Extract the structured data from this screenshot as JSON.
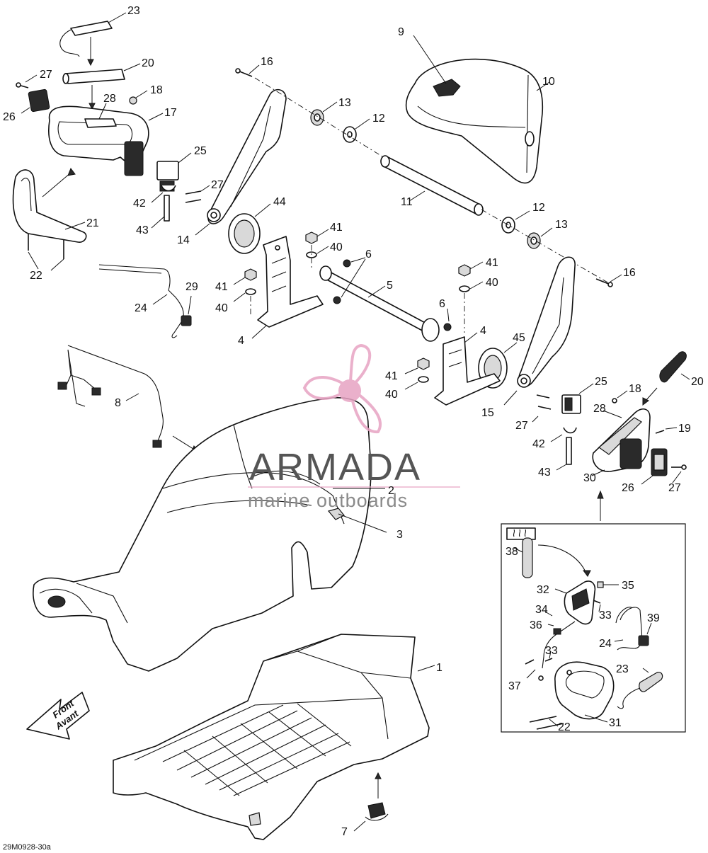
{
  "figure_code": "29M0928-30a",
  "front_arrow": {
    "line1": "Front",
    "line2": "Avant"
  },
  "watermark": {
    "brand": "ARMADA",
    "tagline": "marine outboards",
    "accent": "#e7a3c3",
    "text_color": "#555555"
  },
  "callouts": {
    "c23a": "23",
    "c20a": "20",
    "c27a": "27",
    "c28a": "28",
    "c18a": "18",
    "c26a": "26",
    "c17": "17",
    "c21": "21",
    "c22a": "22",
    "c25a": "25",
    "c27b": "27",
    "c42a": "42",
    "c43a": "43",
    "c14": "14",
    "c16a": "16",
    "c13a": "13",
    "c12a": "12",
    "c44": "44",
    "c41a": "41",
    "c40a": "40",
    "c6a": "6",
    "c41b": "41",
    "c40b": "40",
    "c4a": "4",
    "c24a": "24",
    "c29": "29",
    "c9": "9",
    "c10": "10",
    "c11": "11",
    "c12b": "12",
    "c13b": "13",
    "c16b": "16",
    "c41c": "41",
    "c40c": "40",
    "c5": "5",
    "c6b": "6",
    "c4b": "4",
    "c45": "45",
    "c41d": "41",
    "c40d": "40",
    "c15": "15",
    "c8": "8",
    "c25b": "25",
    "c18b": "18",
    "c20b": "20",
    "c28b": "28",
    "c19": "19",
    "c27c": "27",
    "c42b": "42",
    "c43b": "43",
    "c30": "30",
    "c26b": "26",
    "c27d": "27",
    "c2": "2",
    "c3": "3",
    "c38": "38",
    "c32": "32",
    "c35": "35",
    "c34": "34",
    "c33a": "33",
    "c36": "36",
    "c39": "39",
    "c24b": "24",
    "c33b": "33",
    "c23b": "23",
    "c37": "37",
    "c22b": "22",
    "c31": "31",
    "c1": "1",
    "c7": "7"
  }
}
